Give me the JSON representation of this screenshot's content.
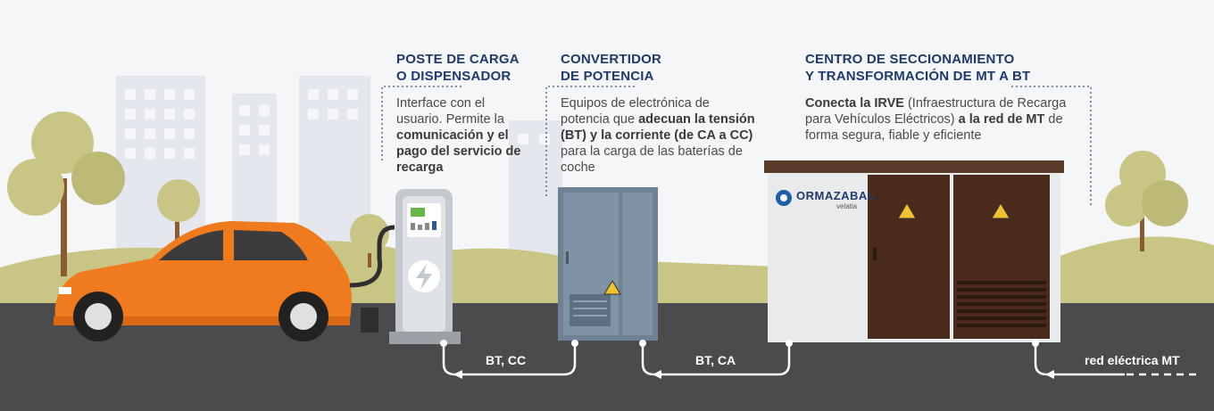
{
  "sections": [
    {
      "title_line1": "POSTE DE CARGA",
      "title_line2": "O DISPENSADOR",
      "description": [
        {
          "t": "Interface con el usuario. Permite la ",
          "b": false
        },
        {
          "t": "comunicación y el pago del servicio de recarga",
          "b": true
        }
      ]
    },
    {
      "title_line1": "CONVERTIDOR",
      "title_line2": "DE POTENCIA",
      "description": [
        {
          "t": "Equipos de electrónica de potencia que ",
          "b": false
        },
        {
          "t": "adecuan la tensión (BT) y la corriente (de CA a CC)",
          "b": true
        },
        {
          "t": " para la carga de las baterías de coche",
          "b": false
        }
      ]
    },
    {
      "title_line1": "CENTRO DE SECCIONAMIENTO",
      "title_line2": "Y TRANSFORMACIÓN DE MT A BT",
      "description": [
        {
          "t": "Conecta la IRVE",
          "b": true
        },
        {
          "t": " (Infraestructura de Recarga para Vehículos Eléctricos) ",
          "b": false
        },
        {
          "t": "a la red de MT",
          "b": true
        },
        {
          "t": " de forma segura, fiable y eficiente",
          "b": false
        }
      ]
    }
  ],
  "connections": {
    "dc_label": "BT, CC",
    "ac_label": "BT, CA",
    "grid_label": "red eléctrica MT"
  },
  "brand": {
    "name": "ORMAZABAL",
    "sub": "velatia"
  },
  "colors": {
    "title": "#1f3a6b",
    "car": "#f07a1e",
    "road": "#4a4b4d",
    "grass": "#c9c584",
    "converter": "#6e8294",
    "door": "#4a2a1a"
  }
}
